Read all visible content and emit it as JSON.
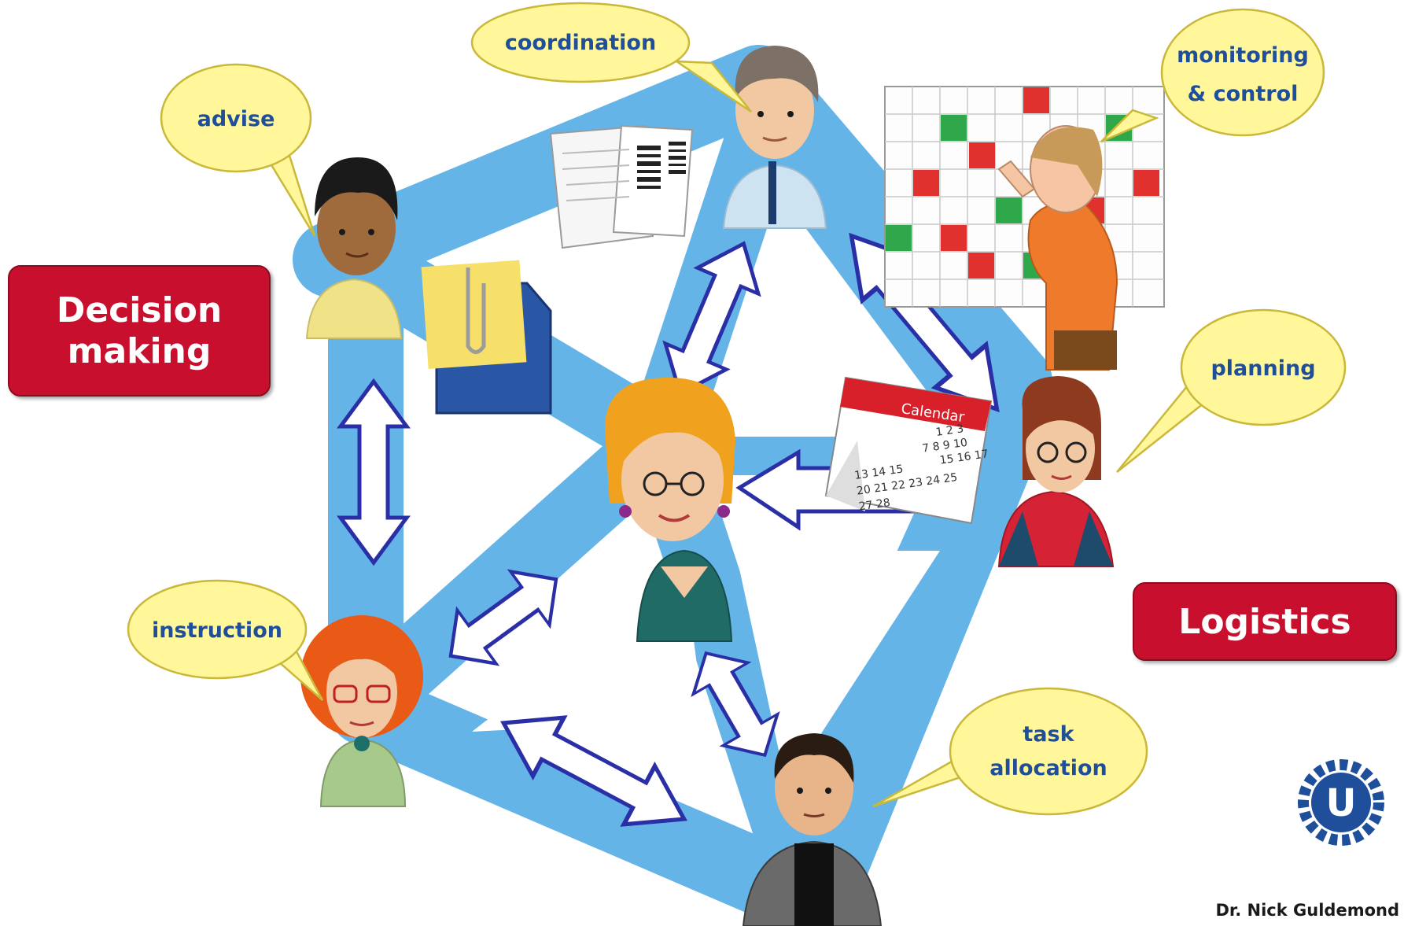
{
  "bubbles": {
    "coordination": "coordination",
    "advise": "advise",
    "monitoring_line1": "monitoring",
    "monitoring_line2": "& control",
    "planning": "planning",
    "instruction": "instruction",
    "task_line1": "task",
    "task_line2": "allocation"
  },
  "boxes": {
    "decision_line1": "Decision",
    "decision_line2": "making",
    "logistics": "Logistics"
  },
  "calendar_title": "Calendar",
  "calendar_days": [
    "1 2 3",
    "7 8 9 10",
    "15 16 17",
    "13 14 15",
    "20 21 22 23 24 25",
    "27 28"
  ],
  "logo_letter": "U",
  "author": "Dr. Nick Guldemond",
  "colors": {
    "network": "#64b4e8",
    "bubble_fill": "#fff79a",
    "bubble_stroke": "#c9b83a",
    "bubble_text": "#1f4e9a",
    "label_red": "#c8102e",
    "arrow_stroke": "#2b2fa6"
  }
}
